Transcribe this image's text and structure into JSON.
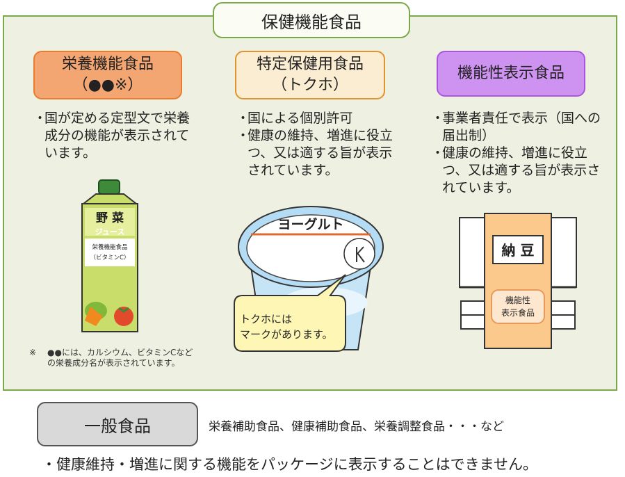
{
  "header": {
    "title": "保健機能食品"
  },
  "categories": [
    {
      "name": "栄養機能食品",
      "sub": "（●●※）",
      "color": "#f4a672",
      "bullets": [
        "国が定める定型文で栄養成分の機能が表示されています。"
      ]
    },
    {
      "name": "特定保健用食品",
      "sub": "（トクホ）",
      "color": "#fbedd1",
      "bullets": [
        "国による個別許可",
        "健康の維持、増進に役立つ、又は適する旨が表示されています。"
      ]
    },
    {
      "name": "機能性表示食品",
      "color": "#ce92f1",
      "bullets": [
        "事業者責任で表示（国への届出制）",
        "健康の維持、増進に役立つ、又は適する旨が表示されています。"
      ]
    }
  ],
  "illustrations": {
    "juice": {
      "line1": "野 菜",
      "line2": "ジュース",
      "line3": "栄養機能食品",
      "line4": "（ビタミンC）"
    },
    "yogurt": {
      "label": "ヨーグルト",
      "callout_line1": "トクホには",
      "callout_line2": "マークがあります。"
    },
    "natto": {
      "label": "納 豆",
      "badge_line1": "機能性",
      "badge_line2": "表示食品"
    }
  },
  "footnote": {
    "mark": "※",
    "text": "●●には、カルシウム、ビタミンCなどの栄養成分名が表示されています。"
  },
  "general": {
    "label": "一般食品",
    "examples": "栄養補助食品、健康補助食品、栄養調整食品・・・など",
    "note": "・健康維持・増進に関する機能をパッケージに表示することはできません。"
  },
  "colors": {
    "panel_bg": "#eef1e1",
    "panel_border": "#7aa84a",
    "general_box": "#d9d9d9"
  }
}
